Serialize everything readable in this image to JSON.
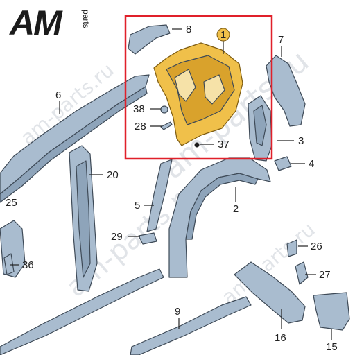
{
  "logo": {
    "brand": "AM",
    "suffix": "parts"
  },
  "watermark": "am-parts.ru",
  "highlight_color": "#e0202a",
  "highlight_part": "1",
  "callouts": [
    "1",
    "2",
    "3",
    "4",
    "5",
    "6",
    "7",
    "8",
    "9",
    "15",
    "16",
    "20",
    "25",
    "26",
    "27",
    "28",
    "29",
    "36",
    "37",
    "38"
  ]
}
